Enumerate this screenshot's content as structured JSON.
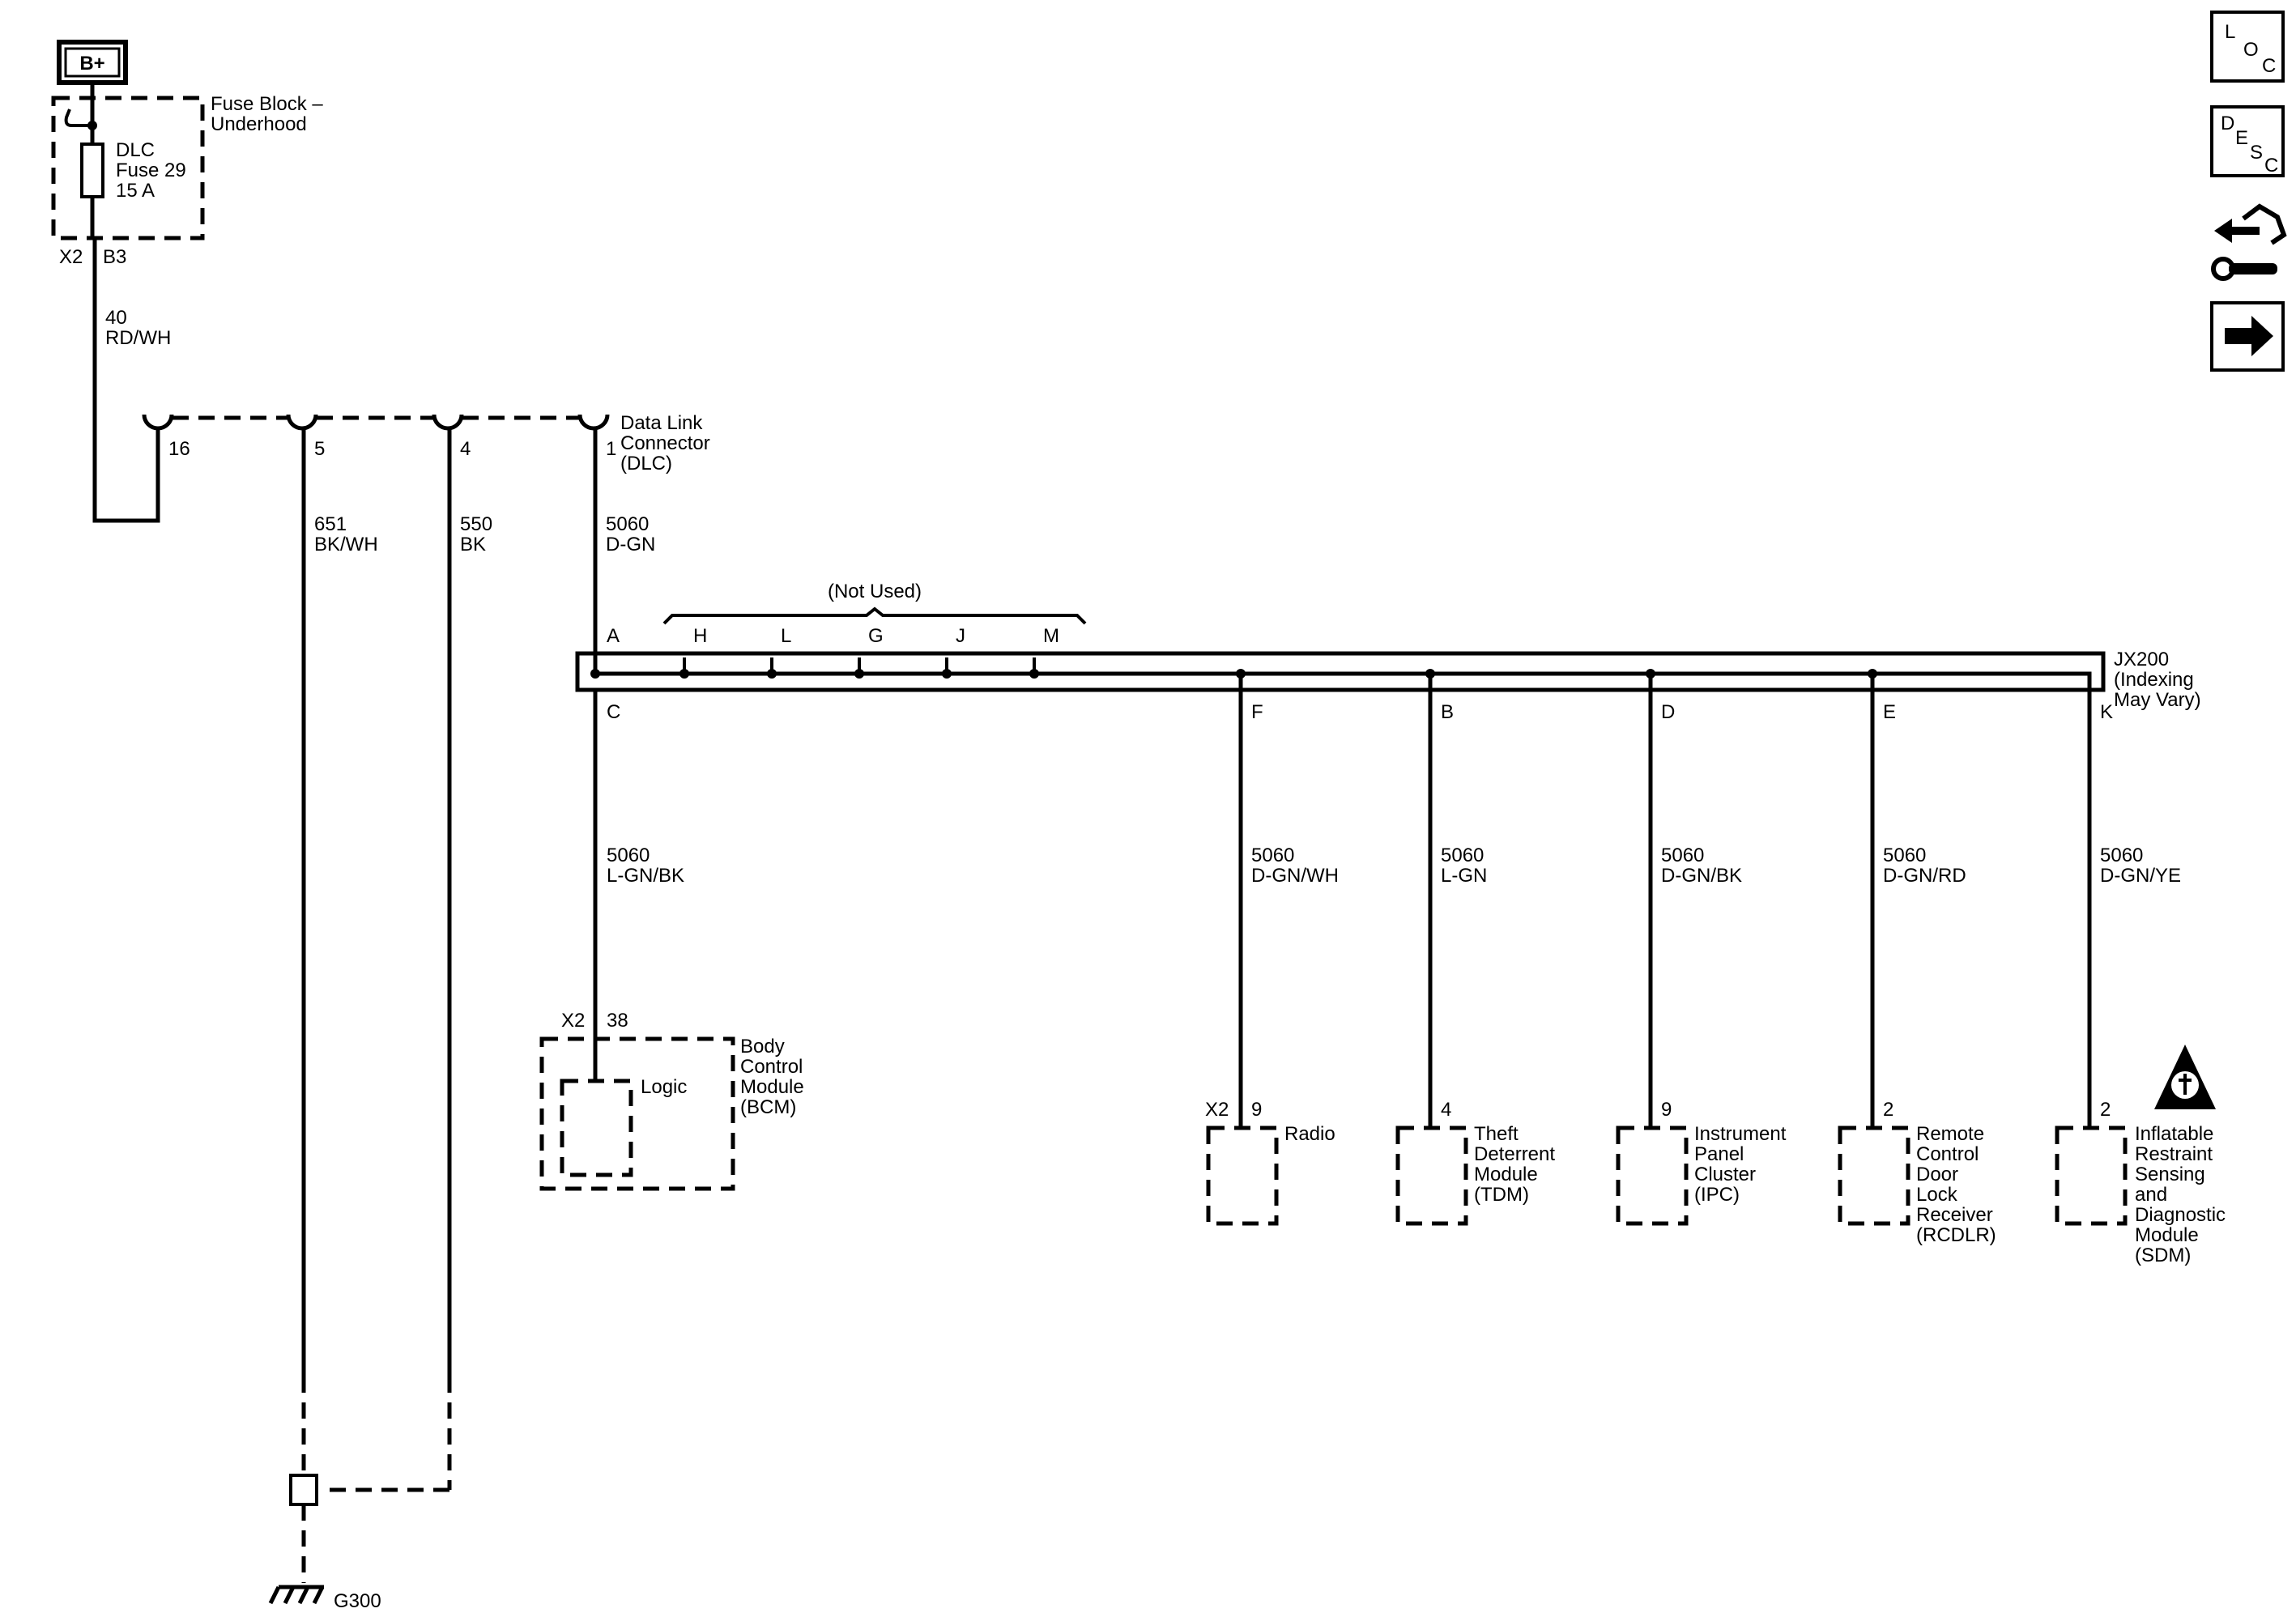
{
  "power": {
    "label": "B+"
  },
  "fuse_block": {
    "name": [
      "Fuse Block –",
      "Underhood"
    ],
    "fuse": [
      "DLC",
      "Fuse 29",
      "15 A"
    ],
    "connector": "X2",
    "pin": "B3",
    "wire_circuit": "40",
    "wire_color": "RD/WH"
  },
  "dlc": {
    "name": [
      "Data Link",
      "Connector",
      "(DLC)"
    ],
    "pins": {
      "p16": "16",
      "p5": "5",
      "p4": "4",
      "p1": "1"
    },
    "wire_pin5": {
      "circuit": "651",
      "color": "BK/WH"
    },
    "wire_pin4": {
      "circuit": "550",
      "color": "BK"
    },
    "wire_pin1": {
      "circuit": "5060",
      "color": "D-GN"
    }
  },
  "splice": {
    "name": [
      "JX200",
      "(Indexing",
      "May Vary)"
    ],
    "not_used_label": "(Not Used)",
    "top_pins": [
      "A",
      "H",
      "L",
      "G",
      "J",
      "M"
    ],
    "bottom_pins": [
      "C",
      "F",
      "B",
      "D",
      "E",
      "K"
    ]
  },
  "branches": [
    {
      "pin": "C",
      "circuit": "5060",
      "color": "L-GN/BK"
    },
    {
      "pin": "F",
      "circuit": "5060",
      "color": "D-GN/WH"
    },
    {
      "pin": "B",
      "circuit": "5060",
      "color": "L-GN"
    },
    {
      "pin": "D",
      "circuit": "5060",
      "color": "D-GN/BK"
    },
    {
      "pin": "E",
      "circuit": "5060",
      "color": "D-GN/RD"
    },
    {
      "pin": "K",
      "circuit": "5060",
      "color": "D-GN/YE"
    }
  ],
  "modules": {
    "bcm": {
      "connector": "X2",
      "pin": "38",
      "name": [
        "Body",
        "Control",
        "Module",
        "(BCM)"
      ],
      "inner_label": "Logic"
    },
    "radio": {
      "connector": "X2",
      "pin": "9",
      "name": [
        "Radio"
      ]
    },
    "tdm": {
      "pin": "4",
      "name": [
        "Theft",
        "Deterrent",
        "Module",
        "(TDM)"
      ]
    },
    "ipc": {
      "pin": "9",
      "name": [
        "Instrument",
        "Panel",
        "Cluster",
        "(IPC)"
      ]
    },
    "rcdlr": {
      "pin": "2",
      "name": [
        "Remote",
        "Control",
        "Door",
        "Lock",
        "Receiver",
        "(RCDLR)"
      ]
    },
    "sdm": {
      "pin": "2",
      "name": [
        "Inflatable",
        "Restraint",
        "Sensing",
        "and",
        "Diagnostic",
        "Module",
        "(SDM)"
      ]
    }
  },
  "ground": {
    "label": "G300"
  },
  "nav_icons": {
    "loc": [
      "L",
      "O",
      "C"
    ],
    "desc": [
      "D",
      "E",
      "S",
      "C"
    ],
    "icons": [
      "loc-icon",
      "desc-icon",
      "connector-tool-icon",
      "next-arrow-icon"
    ]
  }
}
